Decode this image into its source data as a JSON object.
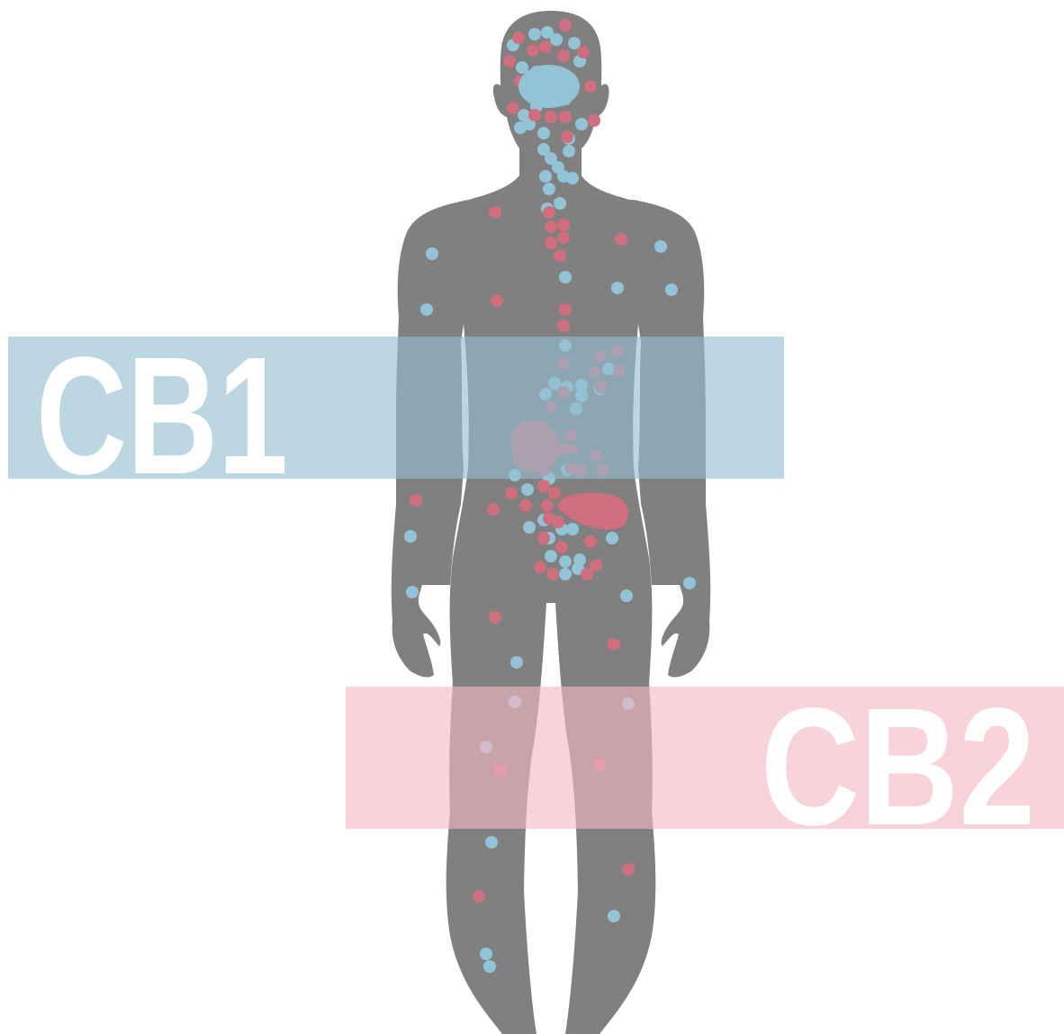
{
  "labels": {
    "cb1": "CB1",
    "cb2": "CB2"
  },
  "colors": {
    "background": "#ffffff",
    "body": "#808080",
    "cb1_band": "#93bfd0",
    "cb2_band": "#f5b8c3",
    "cb1_dot": "#93c3d6",
    "cb2_dot": "#cf6e7c",
    "label_text": "#ffffff"
  },
  "legend": [
    {
      "key": "cb1",
      "label": "CB1",
      "color": "#93c3d6"
    },
    {
      "key": "cb2",
      "label": "CB2",
      "color": "#cf6e7c"
    }
  ]
}
